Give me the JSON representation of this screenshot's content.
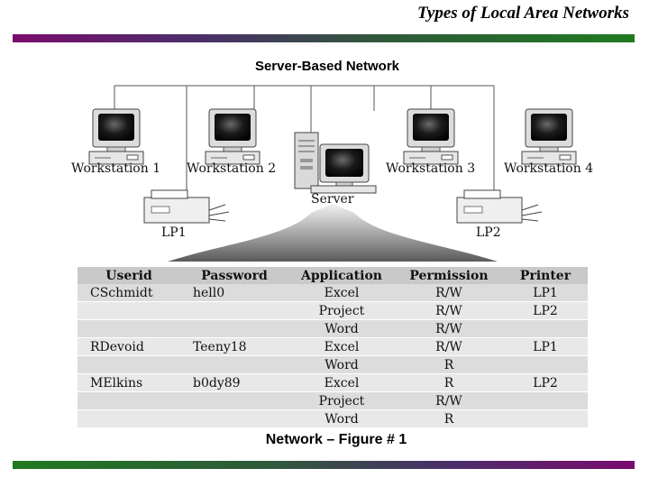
{
  "slide_title": "Types of Local Area Networks",
  "diagram_heading": "Server-Based Network",
  "nodes": {
    "workstation1": "Workstation 1",
    "workstation2": "Workstation 2",
    "workstation3": "Workstation 3",
    "workstation4": "Workstation 4",
    "server": "Server",
    "lp1": "LP1",
    "lp2": "LP2"
  },
  "table": {
    "headers": [
      "Userid",
      "Password",
      "Application",
      "Permission",
      "Printer"
    ],
    "rows": [
      [
        "CSchmidt",
        "hell0",
        "Excel",
        "R/W",
        "LP1"
      ],
      [
        "",
        "",
        "Project",
        "R/W",
        "LP2"
      ],
      [
        "",
        "",
        "Word",
        "R/W",
        ""
      ],
      [
        "RDevoid",
        "Teeny18",
        "Excel",
        "R/W",
        "LP1"
      ],
      [
        "",
        "",
        "Word",
        "R",
        ""
      ],
      [
        "MElkins",
        "b0dy89",
        "Excel",
        "R",
        "LP2"
      ],
      [
        "",
        "",
        "Project",
        "R/W",
        ""
      ],
      [
        "",
        "",
        "Word",
        "R",
        ""
      ]
    ]
  },
  "caption": "Network – Figure # 1"
}
